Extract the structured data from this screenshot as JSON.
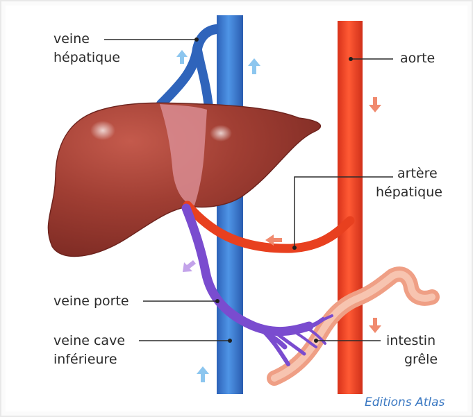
{
  "labels": {
    "hepatic_vein": [
      "veine",
      "hépatique"
    ],
    "aorta": "aorte",
    "hepatic_artery": [
      "artère",
      "hépatique"
    ],
    "portal_vein": "veine porte",
    "vena_cava": [
      "veine cave",
      "inférieure"
    ],
    "small_intestine": [
      "intestin",
      "grêle"
    ]
  },
  "credit": "Editions Atlas",
  "colors": {
    "vein_blue": "#3b7dd3",
    "artery_red": "#f0431f",
    "portal_purple": "#7a4ccf",
    "liver": "#9c3a30",
    "intestine": "#f2aa8f",
    "arrow_blue": "#8cc6ef",
    "arrow_red": "#f08a6e",
    "arrow_purple": "#c3a3ea"
  }
}
